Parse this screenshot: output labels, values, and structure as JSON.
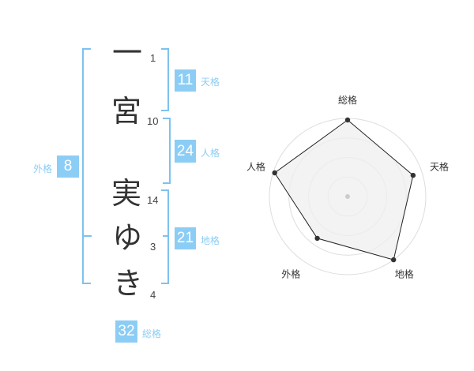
{
  "name": {
    "characters": [
      {
        "char": "一",
        "strokes": "1"
      },
      {
        "char": "宮",
        "strokes": "10"
      },
      {
        "char": "実",
        "strokes": "14"
      },
      {
        "char": "ゆ",
        "strokes": "3"
      },
      {
        "char": "き",
        "strokes": "4"
      }
    ]
  },
  "fortunes": {
    "tenkaku": {
      "value": "11",
      "label": "天格"
    },
    "jinkaku": {
      "value": "24",
      "label": "人格"
    },
    "chikaku": {
      "value": "21",
      "label": "地格"
    },
    "gaikaku": {
      "value": "8",
      "label": "外格"
    },
    "soukaku": {
      "value": "32",
      "label": "総格"
    }
  },
  "chart_data": {
    "type": "radar",
    "axes": [
      "総格",
      "天格",
      "地格",
      "外格",
      "人格"
    ],
    "values": [
      0.98,
      0.88,
      1.0,
      0.66,
      0.98
    ],
    "range": [
      0,
      1
    ],
    "rings": 4,
    "colors": {
      "fill": "#efefef",
      "line": "#222222",
      "ring": "#dddddd",
      "point": "#333333"
    }
  }
}
